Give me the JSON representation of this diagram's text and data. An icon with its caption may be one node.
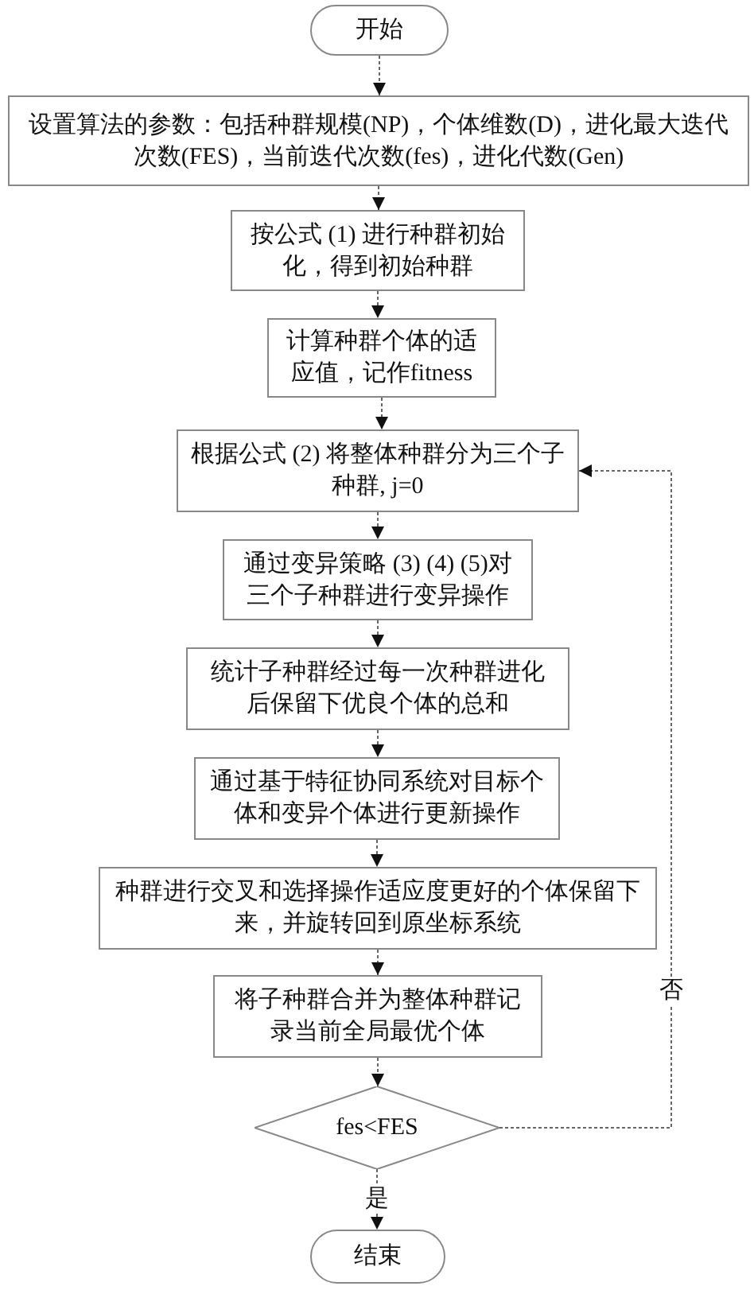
{
  "diagram": {
    "nodes": [
      {
        "text": [
          "开始"
        ]
      },
      {
        "text": [
          "设置算法的参数：包括种群规模(NP)，个体维数(D)，进化最大迭代次数(FES)，当前迭代次数(fes)，进化代数(Gen)"
        ]
      },
      {
        "text": [
          "按公式 (1) 进行种群初始化，得到初始种群"
        ]
      },
      {
        "text": [
          "计算种群个体的适应值，记作fitness"
        ]
      },
      {
        "text": [
          "根据公式 (2) 将整体种群分为三个子种群, j=0"
        ]
      },
      {
        "text": [
          "通过变异策略 (3) (4) (5)对三个子种群进行变异操作"
        ]
      },
      {
        "text": [
          "统计子种群经过每一次种群进化后保留下优良个体的总和"
        ]
      },
      {
        "text": [
          "通过基于特征协同系统对目标个体和变异个体进行更新操作"
        ]
      },
      {
        "text": [
          "种群进行交叉和选择操作适应度更好的个体保留下来，并旋转回到原坐标系统"
        ]
      },
      {
        "text": [
          "将子种群合并为整体种群记录当前全局最优个体"
        ]
      },
      {
        "text": [
          "fes<FES"
        ]
      },
      {
        "text": [
          "结束"
        ]
      }
    ],
    "edges": [
      {
        "from": 0,
        "to": 1,
        "arrow": "to"
      },
      {
        "from": 1,
        "to": 2,
        "arrow": "to"
      },
      {
        "from": 2,
        "to": 3,
        "arrow": "to"
      },
      {
        "from": 3,
        "to": 4,
        "arrow": "to"
      },
      {
        "from": 4,
        "to": 5,
        "arrow": "to"
      },
      {
        "from": 5,
        "to": 6,
        "arrow": "to"
      },
      {
        "from": 6,
        "to": 7,
        "arrow": "to"
      },
      {
        "from": 7,
        "to": 8,
        "arrow": "to"
      },
      {
        "from": 8,
        "to": 9,
        "arrow": "to"
      },
      {
        "from": 9,
        "to": 10,
        "arrow": "to"
      },
      {
        "from": 10,
        "to": 11,
        "arrow": "to",
        "label": "是"
      },
      {
        "from": 10,
        "to": 4,
        "arrow": "to",
        "label": "否"
      }
    ]
  }
}
